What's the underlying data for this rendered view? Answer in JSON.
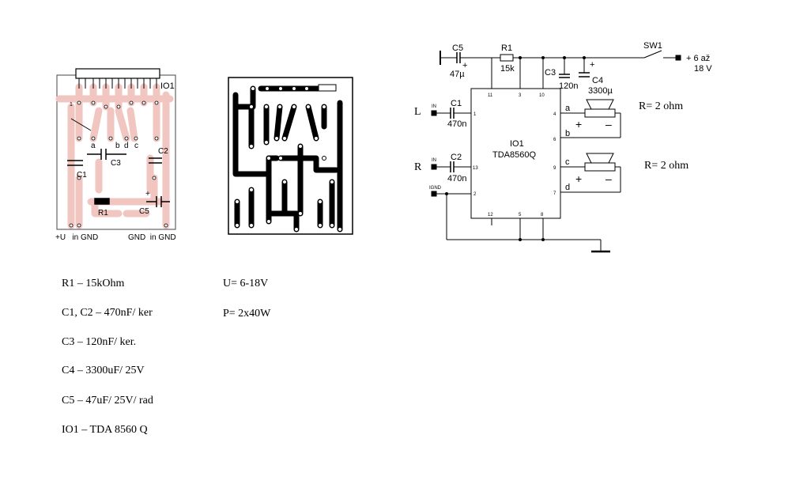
{
  "layout_view": {
    "ic_label": "IO1",
    "pin1": "1",
    "segments": [
      "a",
      "b",
      "d",
      "c"
    ],
    "c1": "C1",
    "c2": "C2",
    "c3": "C3",
    "c5": "C5",
    "r1": "R1",
    "plus": "+",
    "bottom_left": "+U   in GND",
    "bottom_right": "GND  in GND"
  },
  "schematic": {
    "c5": {
      "name": "C5",
      "value": "47µ",
      "plus": "+"
    },
    "r1": {
      "name": "R1",
      "value": "15k"
    },
    "c3": {
      "name": "C3",
      "value": "120n"
    },
    "c4": {
      "name": "C4",
      "value": "3300µ",
      "plus": "+"
    },
    "sw1": "SW1",
    "supply": {
      "line1": "+ 6 až",
      "line2": "18 V"
    },
    "ic": {
      "name": "IO1",
      "part": "TDA8560Q"
    },
    "input_l": {
      "label": "L",
      "in": "IN",
      "cap": "C1",
      "value": "470n"
    },
    "input_r": {
      "label": "R",
      "in": "IN",
      "cap": "C2",
      "value": "470n"
    },
    "ignd": "IGND",
    "pins": {
      "p1": "1",
      "p2": "2",
      "p3": "3",
      "p4": "4",
      "p5": "5",
      "p6": "6",
      "p7": "7",
      "p8": "8",
      "p9": "9",
      "p10": "10",
      "p11": "11",
      "p12": "12",
      "p13": "13"
    },
    "out": {
      "a": "a",
      "b": "b",
      "c": "c",
      "d": "d",
      "plus": "+",
      "minus": "–"
    },
    "load1": "R= 2 ohm",
    "load2": "R= 2 ohm"
  },
  "bom": [
    "R1 – 15kOhm",
    "C1, C2 – 470nF/ ker",
    "C3 – 120nF/ ker.",
    "C4 – 3300uF/ 25V",
    "C5 – 47uF/ 25V/ rad",
    "IO1 – TDA 8560 Q"
  ],
  "specs": [
    "U= 6-18V",
    "P= 2x40W"
  ],
  "colors": {
    "copper_pink": "#f2c6c0",
    "trace_black": "#000000"
  }
}
